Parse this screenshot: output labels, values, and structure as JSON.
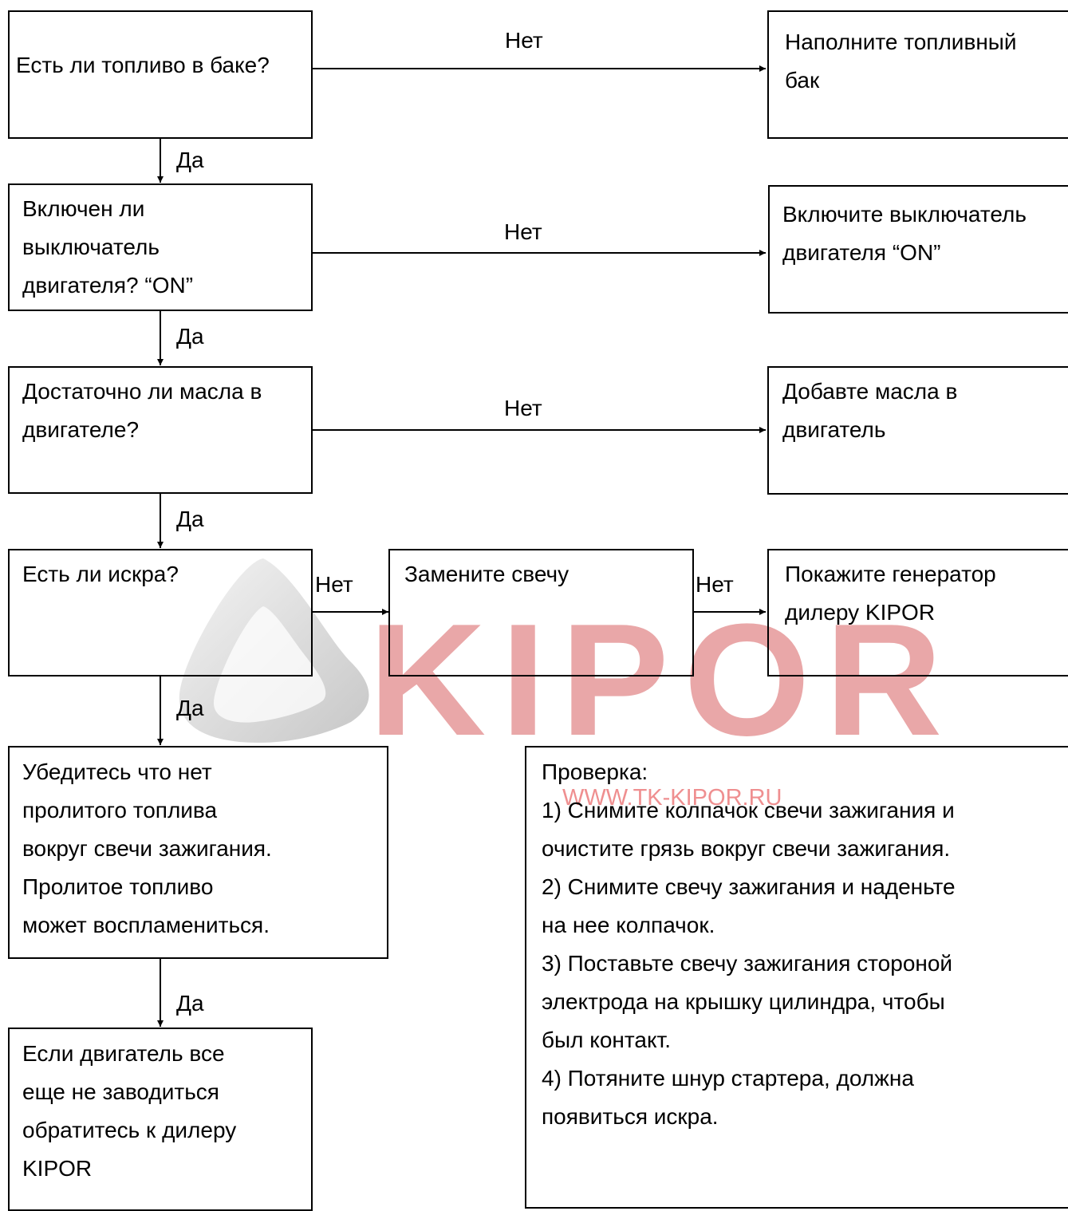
{
  "colors": {
    "line": "#000000",
    "watermark": "#e9a7a8",
    "watermark_url": "#ef8f90"
  },
  "watermark": {
    "brand": "KIPOR",
    "url": "WWW.TK-KIPOR.RU"
  },
  "labels": {
    "yes": "Да",
    "no": "Нет"
  },
  "steps": {
    "fuel_q": "Есть ли топливо в баке?",
    "fuel_a": "Наполните топливный\nбак",
    "switch_q": "Включен ли\nвыключатель\nдвигателя? “ON”",
    "switch_a": "Включите выключатель\nдвигателя “ON”",
    "oil_q": "Достаточно ли масла в\nдвигателе?",
    "oil_a": "Добавте масла в\nдвигатель",
    "spark_q": "Есть ли искра?",
    "plug_a": "Замените свечу",
    "dealer_a": "Покажите генератор\nдилеру KIPOR",
    "fuel_spill": "Убедитесь что нет\nпролитого топлива\nвокруг свечи зажигания.\nПролитое топливо\nможет воспламениться.",
    "final": "Если двигатель все\nеще не заводиться\nобратитесь к дилеру\nKIPOR",
    "check": "Проверка:\n1) Снимите колпачок свечи зажигания и\nочистите грязь вокруг свечи зажигания.\n2) Снимите  свечу зажигания и наденьте\nна нее колпачок.\n3) Поставьте свечу зажигания стороной\nэлектрода на крышку цилиндра, чтобы\nбыл контакт.\n4) Потяните шнур стартера, должна\nпоявиться искра."
  }
}
